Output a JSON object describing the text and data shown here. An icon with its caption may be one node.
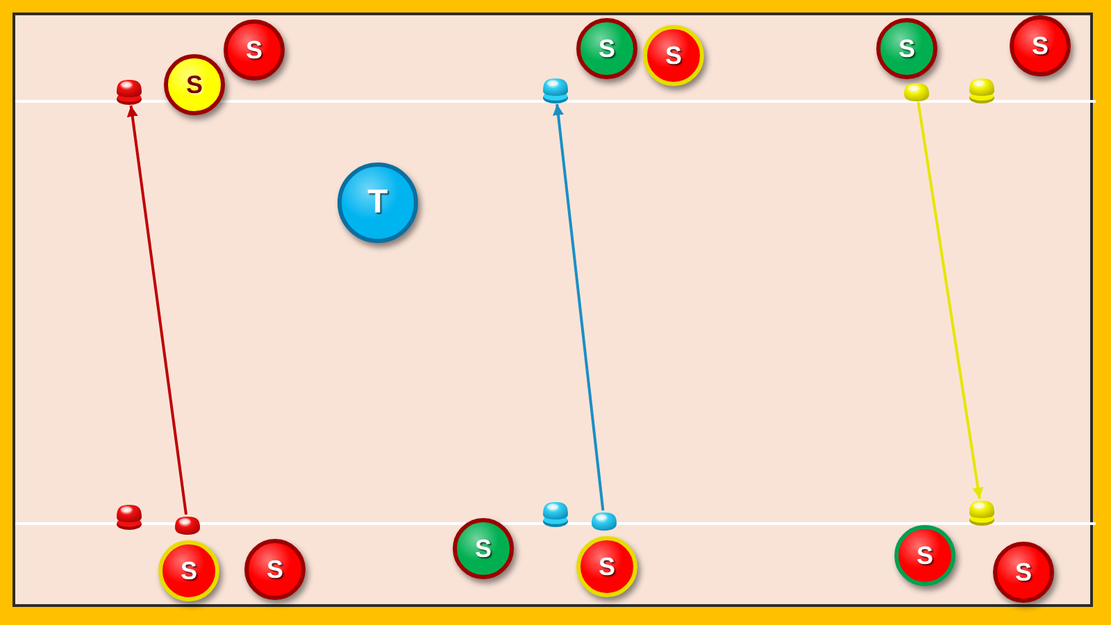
{
  "diagram": {
    "nodes": [
      {
        "text": [],
        "shape": "cone"
      },
      {
        "text": [
          "S"
        ]
      },
      {
        "text": [
          "S"
        ]
      },
      {
        "text": [],
        "shape": "cone"
      },
      {
        "text": [
          "S"
        ]
      },
      {
        "text": [
          "S"
        ]
      },
      {
        "text": [
          "S"
        ]
      },
      {
        "text": [],
        "shape": "disc"
      },
      {
        "text": [],
        "shape": "cone"
      },
      {
        "text": [
          "S"
        ]
      },
      {
        "text": [
          "T"
        ]
      },
      {
        "text": [],
        "shape": "cone"
      },
      {
        "text": [],
        "shape": "disc"
      },
      {
        "text": [
          "S"
        ]
      },
      {
        "text": [
          "S"
        ]
      },
      {
        "text": [
          "S"
        ]
      },
      {
        "text": [],
        "shape": "cone"
      },
      {
        "text": [],
        "shape": "disc"
      },
      {
        "text": [
          "S"
        ]
      },
      {
        "text": [
          "S"
        ]
      },
      {
        "text": [],
        "shape": "cone"
      },
      {
        "text": [
          "S"
        ]
      }
    ],
    "edges": [
      {
        "from": 12,
        "to": 0,
        "arrow": "to",
        "color": "#c00000"
      },
      {
        "from": 17,
        "to": 3,
        "arrow": "to",
        "color": "#1b8fc4"
      },
      {
        "from": 7,
        "to": 20,
        "arrow": "to",
        "color": "#e6e600"
      }
    ]
  }
}
